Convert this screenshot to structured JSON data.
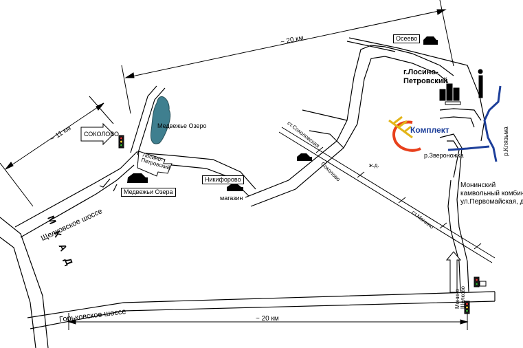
{
  "distances": {
    "top": "~ 20 км",
    "left": "~ 11 км",
    "bottom": "~ 20 км"
  },
  "roads": {
    "mkad": "М К А Д",
    "shchelkovo": "Щелковское шоссе",
    "gorkovskoe": "Горьковское шоссе"
  },
  "signs": {
    "sokolovo_arrow": "СОКОЛОВО",
    "losino_petrovsky_sign": "Лосино-Петровский",
    "medvezhi_ozera": "Медвежьи Озера",
    "nikiforovo": "Никифорово",
    "magazin": "магазин",
    "osevo": "Осеево",
    "monino_shchelkovo": "Монино Щелково"
  },
  "places": {
    "lake": "Медвежье Озеро",
    "city_line1": "г.Лосино-",
    "city_line2": "Петровский",
    "river_klyazma": "р.Клязьма",
    "river_zveronozhka": "р.Звероножка",
    "factory_line1": "Монинский",
    "factory_line2": "камвольный комбинат",
    "factory_line3": "ул.Первомайская, д.1"
  },
  "railway": {
    "st_sokolovskaya": "ст.Соколовская",
    "sokolovo_road": "Соколово",
    "zhd": "ж.д.",
    "st_monino": "ст.Монино"
  },
  "logo": {
    "text": "Комплект",
    "color": "#1d3f9a",
    "accent": "#e8401c",
    "wheat": "#e3b51a"
  },
  "colors": {
    "river": "#1d3f9a",
    "lake": "#3f7f8f"
  }
}
